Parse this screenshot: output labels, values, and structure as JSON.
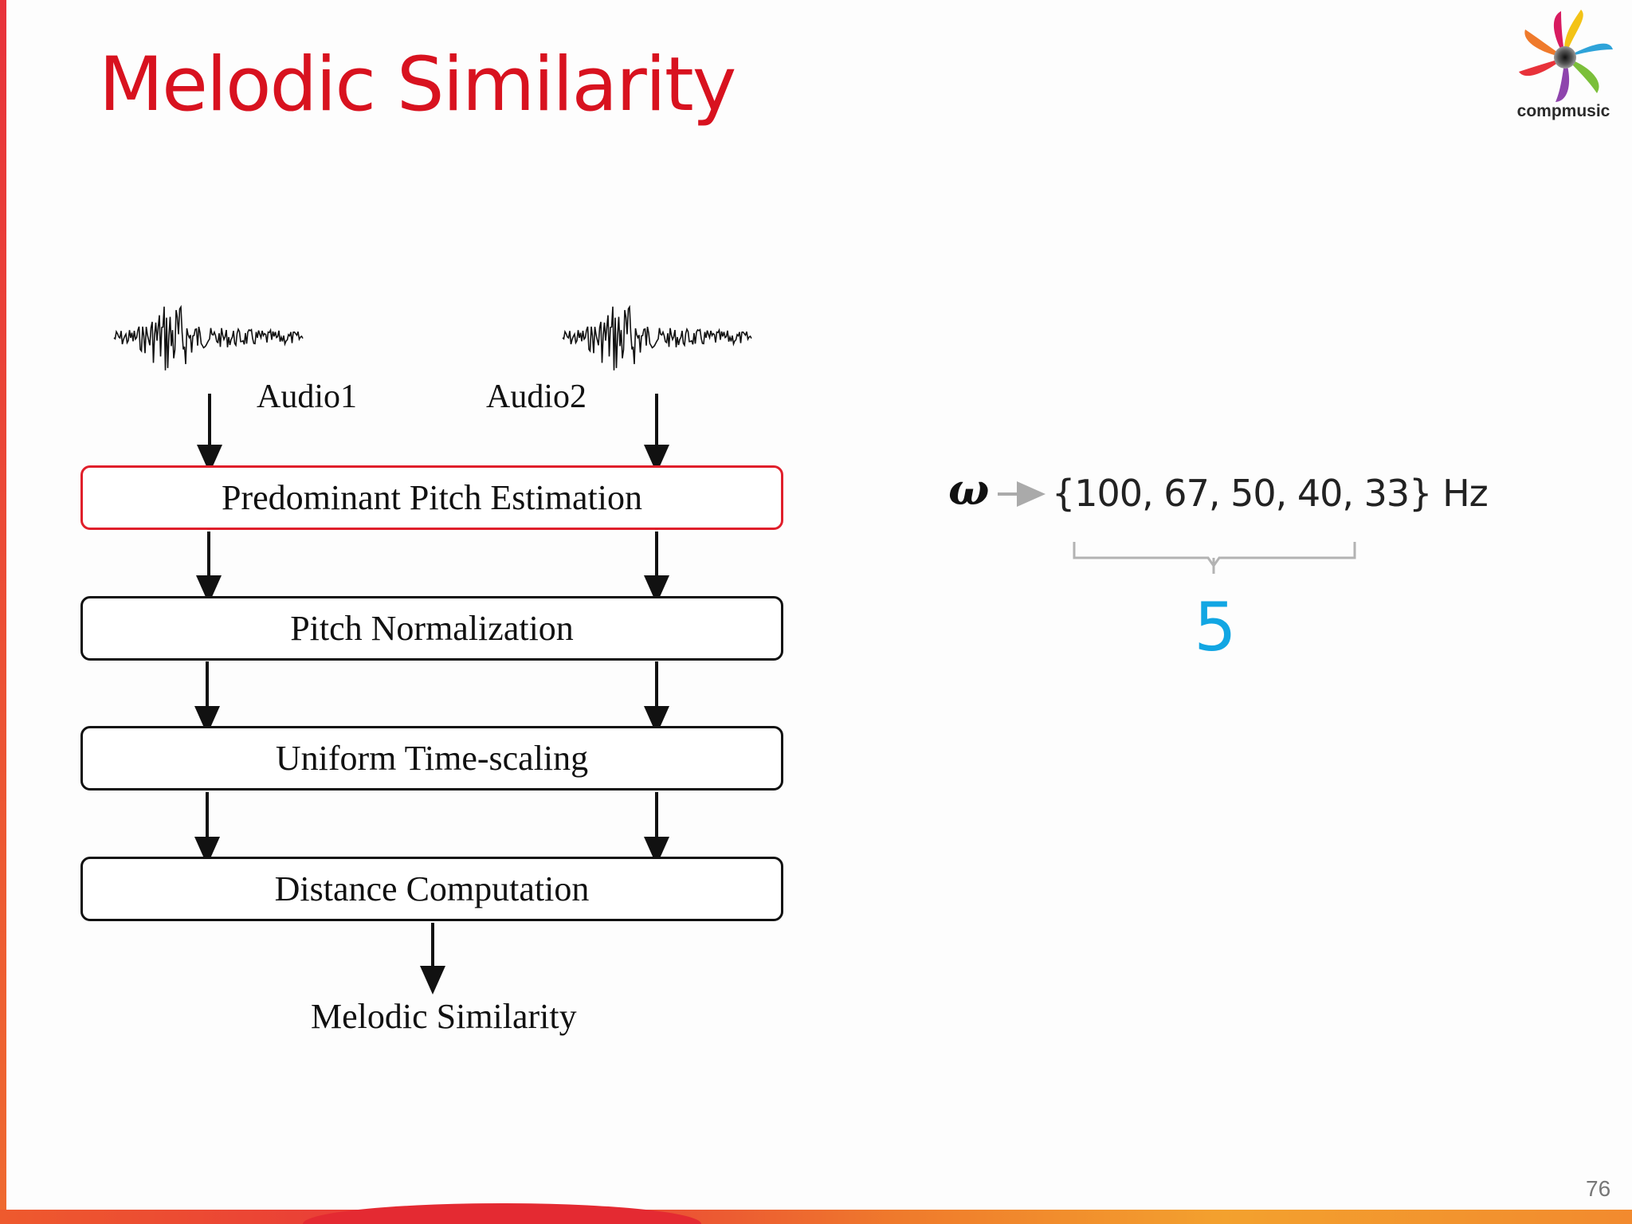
{
  "slide": {
    "title": "Melodic Similarity",
    "page_number": "76",
    "logo": {
      "text": "compmusic"
    }
  },
  "diagram": {
    "inputs": [
      {
        "label": "Audio1"
      },
      {
        "label": "Audio2"
      }
    ],
    "steps": [
      {
        "label": "Predominant Pitch Estimation",
        "highlighted": true
      },
      {
        "label": "Pitch Normalization",
        "highlighted": false
      },
      {
        "label": "Uniform Time-scaling",
        "highlighted": false
      },
      {
        "label": "Distance Computation",
        "highlighted": false
      }
    ],
    "output": "Melodic Similarity"
  },
  "parameter": {
    "symbol": "ω",
    "values": "{100, 67, 50, 40, 33} Hz",
    "count": "5"
  },
  "colors": {
    "title": "#d8121f",
    "highlight_border": "#e01f2b",
    "count": "#12a6e3"
  }
}
